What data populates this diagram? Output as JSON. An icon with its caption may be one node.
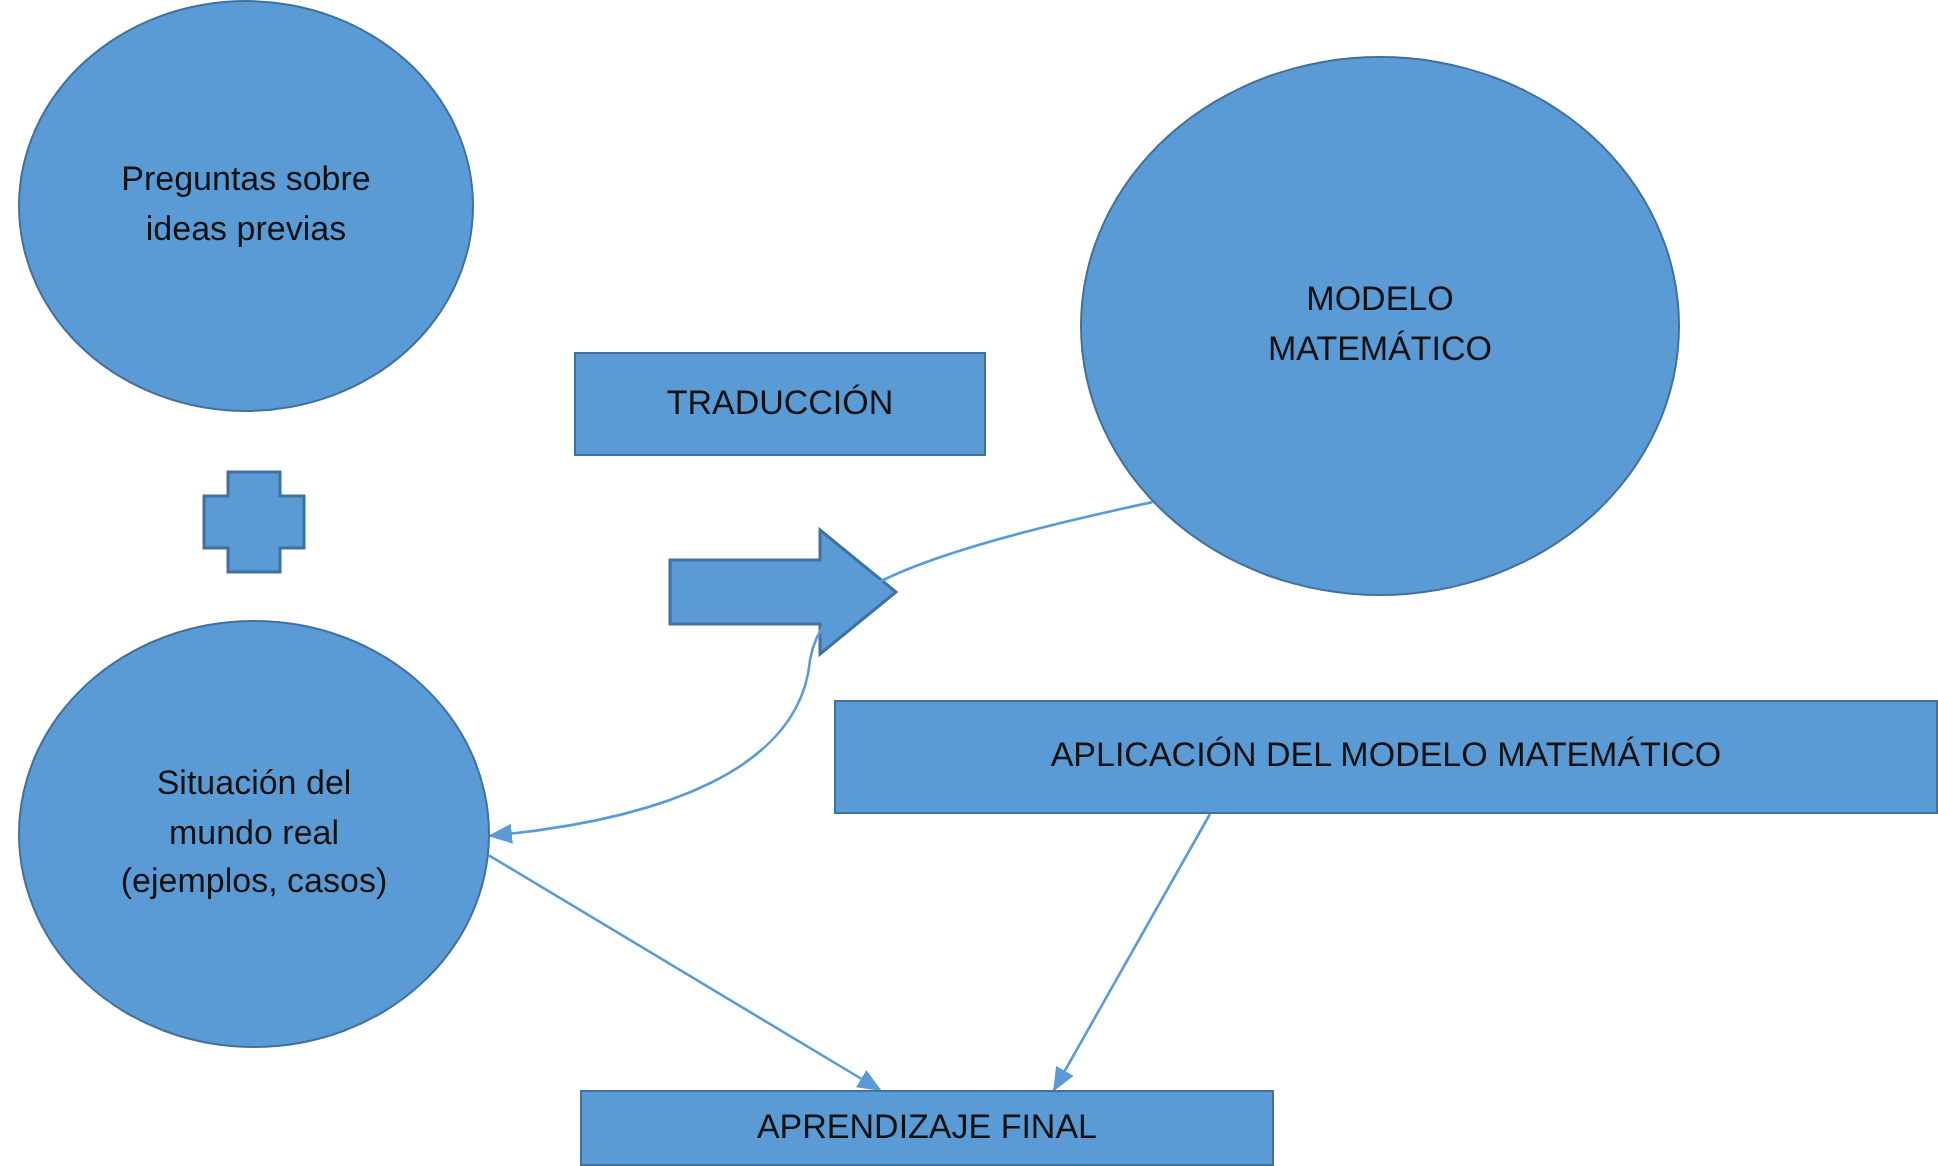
{
  "diagram": {
    "nodes": [
      {
        "text": [
          "Preguntas sobre ideas previas"
        ]
      },
      {
        "text": [
          "Situación del mundo real (ejemplos, casos)"
        ]
      },
      {
        "text": [
          "TRADUCCIÓN"
        ]
      },
      {
        "text": [
          "MODELO MATEMÁTICO"
        ]
      },
      {
        "text": [
          "APLICACIÓN DEL MODELO MATEMÁTICO"
        ]
      },
      {
        "text": [
          "APRENDIZAJE FINAL"
        ]
      }
    ],
    "edges": [
      {
        "from": 3,
        "to": 1,
        "arrow": "to"
      },
      {
        "from": 1,
        "to": 5,
        "arrow": "to"
      },
      {
        "from": 4,
        "to": 5,
        "arrow": "to"
      }
    ]
  }
}
